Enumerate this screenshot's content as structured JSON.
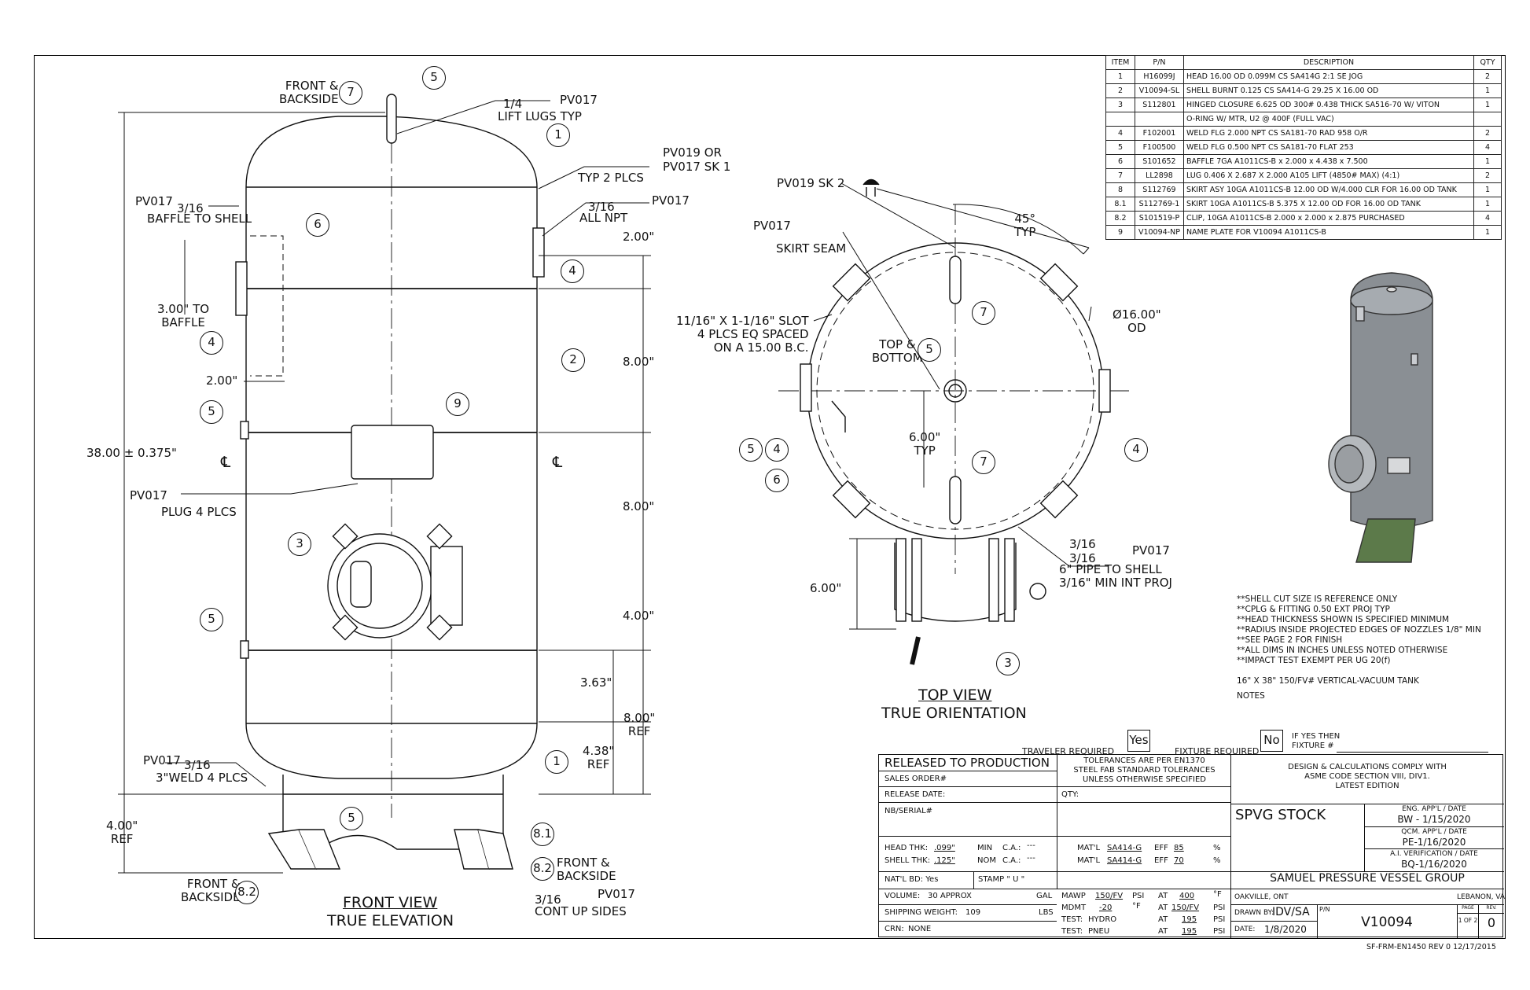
{
  "bom": {
    "headers": [
      "ITEM",
      "P/N",
      "DESCRIPTION",
      "QTY"
    ],
    "rows": [
      [
        "1",
        "H16099J",
        "HEAD 16.00 OD 0.099M CS SA414G  2:1 SE JOG",
        "2"
      ],
      [
        "2",
        "V10094-SL",
        "SHELL BURNT 0.125 CS SA414-G 29.25 X 16.00 OD",
        "1"
      ],
      [
        "3",
        "S112801",
        "HINGED CLOSURE 6.625 OD 300# 0.438 THICK SA516-70 W/ VITON",
        "1"
      ],
      [
        "",
        "",
        "O-RING W/ MTR, U2 @ 400F (FULL VAC)",
        ""
      ],
      [
        "4",
        "F102001",
        "WELD FLG 2.000 NPT CS SA181-70 RAD 958 O/R",
        "2"
      ],
      [
        "5",
        "F100500",
        "WELD FLG 0.500 NPT CS SA181-70 FLAT 253",
        "4"
      ],
      [
        "6",
        "S101652",
        "BAFFLE 7GA A1011CS-B x 2.000 x 4.438 x 7.500",
        "1"
      ],
      [
        "7",
        "LL2898",
        "LUG 0.406 X 2.687 X 2.000 A105 LIFT (4850# MAX) (4:1)",
        "2"
      ],
      [
        "8",
        "S112769",
        "SKIRT ASY 10GA A1011CS-B 12.00 OD W/4.000 CLR FOR 16.00 OD TANK",
        "1"
      ],
      [
        "8.1",
        "S112769-1",
        "SKIRT 10GA A1011CS-B 5.375 X 12.00 OD FOR 16.00 OD TANK",
        "1"
      ],
      [
        "8.2",
        "S101519-P",
        "CLIP, 10GA A1011CS-B 2.000 x 2.000 x 2.875 PURCHASED",
        "4"
      ],
      [
        "9",
        "V10094-NP",
        "NAME PLATE FOR V10094 A1011CS-B",
        "1"
      ]
    ]
  },
  "front_view": {
    "title": "FRONT VIEW",
    "subtitle": "TRUE ELEVATION",
    "labels": {
      "front_backside_top": "FRONT &\nBACKSIDE",
      "weld_lift": "1/4",
      "lift_lugs": "LIFT LUGS TYP",
      "pv017_a": "PV017",
      "pv019_or": "PV019 OR",
      "pv017_sk1": "PV017 SK 1",
      "typ2": "TYP 2 PLCS",
      "pv017_b": "PV017",
      "weld_316_a": "3/16",
      "all_npt": "ALL NPT",
      "pv017_c": "PV017",
      "weld_316_b": "3/16",
      "baffle_shell": "BAFFLE TO SHELL",
      "to_baffle": "3.00\" TO\nBAFFLE",
      "dim_2_left": "2.00\"",
      "overall": "38.00 ± 0.375\"",
      "pv017_d": "PV017",
      "plug": "PLUG 4 PLCS",
      "pv017_e": "PV017",
      "weld_316_c": "3/16",
      "weld4": "3\"WELD 4 PLCS",
      "dim_4_ref": "4.00\"\nREF",
      "front_backside_bl": "FRONT &\nBACKSIDE",
      "front_backside_br": "FRONT &\nBACKSIDE",
      "pv017_f": "PV017",
      "weld_316_d": "3/16",
      "cont_up": "CONT UP SIDES",
      "dim_200": "2.00\"",
      "dim_800_a": "8.00\"",
      "dim_800_b": "8.00\"",
      "dim_400": "4.00\"",
      "dim_363": "3.63\"",
      "dim_800_ref": "8.00\"\nREF",
      "dim_438_ref": "4.38\"\nREF",
      "cl_left": "℄",
      "cl_right": "℄"
    }
  },
  "top_view": {
    "title": "TOP VIEW",
    "subtitle": "TRUE ORIENTATION",
    "labels": {
      "pv019_sk2": "PV019 SK 2",
      "pv017": "PV017",
      "skirt_seam": "SKIRT SEAM",
      "angle": "45°\nTYP",
      "slot": "11/16\" X 1-1/16\" SLOT\n4 PLCS EQ SPACED\nON A 15.00 B.C.",
      "od": "Ø16.00\"\nOD",
      "top_bottom": "TOP &\nBOTTOM",
      "dim_600_typ": "6.00\"\nTYP",
      "dim_600": "6.00\"",
      "weld_a": "3/16",
      "weld_b": "3/16",
      "pv017_b": "PV017",
      "pipe": "6\" PIPE TO SHELL\n3/16\" MIN INT PROJ"
    }
  },
  "notes": {
    "lines": [
      "**SHELL CUT SIZE IS REFERENCE ONLY",
      "**CPLG & FITTING 0.50 EXT PROJ TYP",
      "**HEAD THICKNESS SHOWN IS SPECIFIED MINIMUM",
      "**RADIUS INSIDE PROJECTED EDGES OF NOZZLES 1/8\" MIN",
      "**SEE PAGE 2 FOR FINISH",
      "**ALL DIMS IN INCHES UNLESS NOTED OTHERWISE",
      "**IMPACT TEST EXEMPT PER UG 20(f)"
    ],
    "tank_desc": "16\" X 38\" 150/FV# VERTICAL-VACUUM TANK",
    "notes_label": "NOTES"
  },
  "title_block": {
    "traveler_label": "TRAVELER REQUIRED",
    "traveler_value": "Yes",
    "fixture_label": "FIXTURE REQUIRED",
    "fixture_value": "No",
    "if_yes": "IF YES THEN\nFIXTURE #",
    "released": "RELEASED TO PRODUCTION",
    "tolerances": "TOLERANCES ARE PER EN1370\nSTEEL FAB STANDARD TOLERANCES\nUNLESS OTHERWISE SPECIFIED",
    "design_comply": "DESIGN & CALCULATIONS COMPLY WITH\nASME CODE SECTION VIII, DIV1.\nLATEST EDITION",
    "sales_order": "SALES ORDER#",
    "release_date": "RELEASE DATE:",
    "qty": "QTY:",
    "nb_serial": "NB/SERIAL#",
    "spvg": "SPVG STOCK",
    "eng_appl": "ENG. APP'L / DATE",
    "eng_val": "BW - 1/15/2020",
    "qcm_appl": "QCM. APP'L / DATE",
    "qcm_val": "PE-1/16/2020",
    "ai_ver": "A.I. VERIFICATION / DATE",
    "ai_val": "BQ-1/16/2020",
    "head_thk": "HEAD THK:",
    "head_thk_val": ".099\"",
    "min": "MIN",
    "ca": "C.A.:",
    "ca_val": "---",
    "matl": "MAT'L",
    "matl_val": "SA414-G",
    "eff": "EFF",
    "eff_head": "85",
    "pct": "%",
    "shell_thk": "SHELL THK:",
    "shell_thk_val": ".125\"",
    "nom": "NOM",
    "eff_shell": "70",
    "natl_bd": "NAT'L BD: Yes",
    "stamp": "STAMP \"  U  \"",
    "company": "SAMUEL PRESSURE VESSEL GROUP",
    "volume": "VOLUME:",
    "volume_val": "30 APPROX",
    "gal": "GAL",
    "mawp": "MAWP",
    "mawp_val": "150/FV",
    "psi": "PSI",
    "at": "AT",
    "mawp_temp": "400",
    "deg_f": "°F",
    "mdmt": "MDMT",
    "mdmt_val": "-20",
    "mdmt_at": "150/FV",
    "oakville": "OAKVILLE, ONT",
    "lebanon": "LEBANON, VA",
    "ship_wt": "SHIPPING WEIGHT:",
    "ship_val": "109",
    "lbs": "LBS",
    "test1": "TEST:",
    "test1_val": "HYDRO",
    "test1_p": "195",
    "test2": "TEST:",
    "test2_val": "PNEU",
    "test2_p": "195",
    "drawn_by": "DRAWN BY:",
    "drawn_val": "IDV/SA",
    "pn_lbl": "P/N",
    "pn": "V10094",
    "page_lbl": "PAGE",
    "page_val": "1 OF 2",
    "rev_lbl": "REV.",
    "rev_val": "0",
    "crn": "CRN:",
    "crn_val": "NONE",
    "date_lbl": "DATE:",
    "date_val": "1/8/2020",
    "form_id": "SF-FRM-EN1450  REV 0 12/17/2015"
  },
  "bubbles": [
    "1",
    "2",
    "3",
    "4",
    "5",
    "6",
    "7",
    "8.1",
    "8.2",
    "9"
  ]
}
